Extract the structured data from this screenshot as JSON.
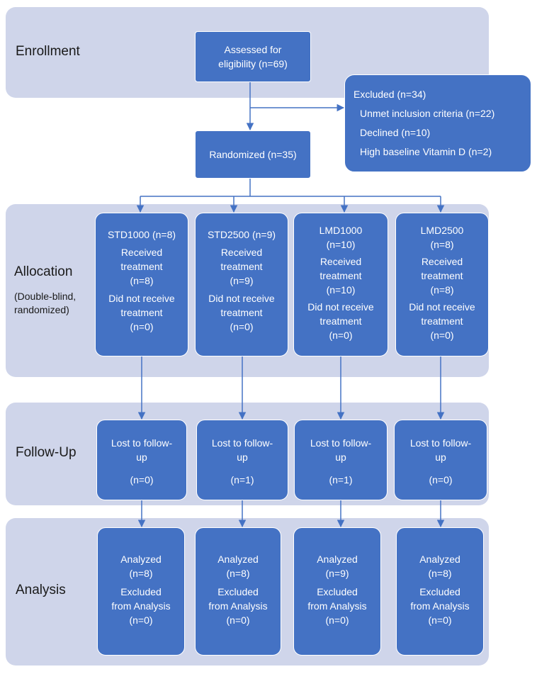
{
  "stages": {
    "enrollment": "Enrollment",
    "allocation": "Allocation",
    "allocation_sub": [
      "(Double-blind,",
      "randomized)"
    ],
    "followup": "Follow-Up",
    "analysis": "Analysis"
  },
  "assessed": [
    "Assessed for",
    "eligibility (n=69)"
  ],
  "excluded": {
    "title": "Excluded (n=34)",
    "items": [
      "Unmet  inclusion criteria (n=22)",
      "Declined (n=10)",
      "High baseline Vitamin D (n=2)"
    ]
  },
  "randomized": "Randomized (n=35)",
  "allocation_boxes": [
    [
      "STD1000 (n=8)",
      "Received",
      "treatment",
      "(n=8)",
      "Did not receive",
      "treatment",
      "(n=0)"
    ],
    [
      "STD2500 (n=9)",
      "Received",
      "treatment",
      "(n=9)",
      "Did not receive",
      "treatment",
      "(n=0)"
    ],
    [
      "LMD1000",
      "(n=10)",
      "Received",
      "treatment",
      "(n=10)",
      "Did not receive",
      "treatment",
      "(n=0)"
    ],
    [
      "LMD2500",
      "(n=8)",
      "Received",
      "treatment",
      "(n=8)",
      "Did not receive",
      "treatment",
      "(n=0)"
    ]
  ],
  "followup_boxes": [
    [
      "Lost to follow-",
      "up",
      "(n=0)"
    ],
    [
      "Lost to follow-",
      "up",
      "(n=1)"
    ],
    [
      "Lost to follow-",
      "up",
      "(n=1)"
    ],
    [
      "Lost to follow-",
      "up",
      "(n=0)"
    ]
  ],
  "analysis_boxes": [
    [
      "Analyzed",
      "(n=8)",
      "Excluded",
      "from Analysis",
      "(n=0)"
    ],
    [
      "Analyzed",
      "(n=8)",
      "Excluded",
      "from Analysis",
      "(n=0)"
    ],
    [
      "Analyzed",
      "(n=9)",
      "Excluded",
      "from Analysis",
      "(n=0)"
    ],
    [
      "Analyzed",
      "(n=8)",
      "Excluded",
      "from Analysis",
      "(n=0)"
    ]
  ],
  "colors": {
    "box": "#4472c4",
    "band": "#cfd5ea",
    "text": "#ffffff"
  }
}
